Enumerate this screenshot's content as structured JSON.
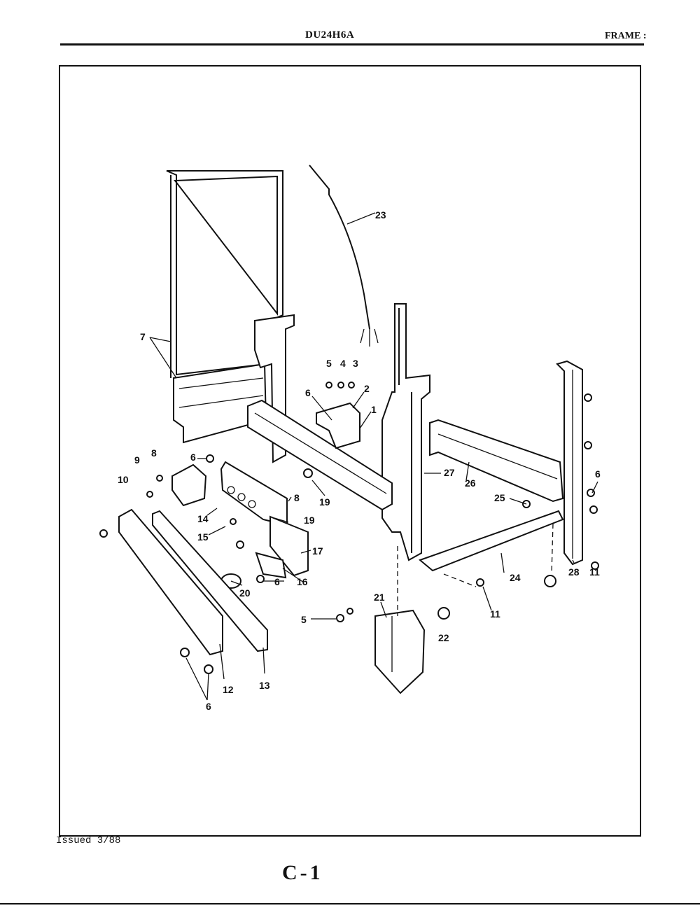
{
  "header": {
    "model": "DU24H6A",
    "section": "FRAME :"
  },
  "footer": {
    "issued": "Issued 3/88",
    "page_code": "C-1"
  },
  "part_labels": [
    "1",
    "2",
    "3",
    "4",
    "5",
    "6",
    "7",
    "8",
    "9",
    "10",
    "11",
    "12",
    "13",
    "14",
    "15",
    "16",
    "17",
    "19",
    "20",
    "21",
    "22",
    "23",
    "24",
    "25",
    "26",
    "27",
    "28"
  ]
}
